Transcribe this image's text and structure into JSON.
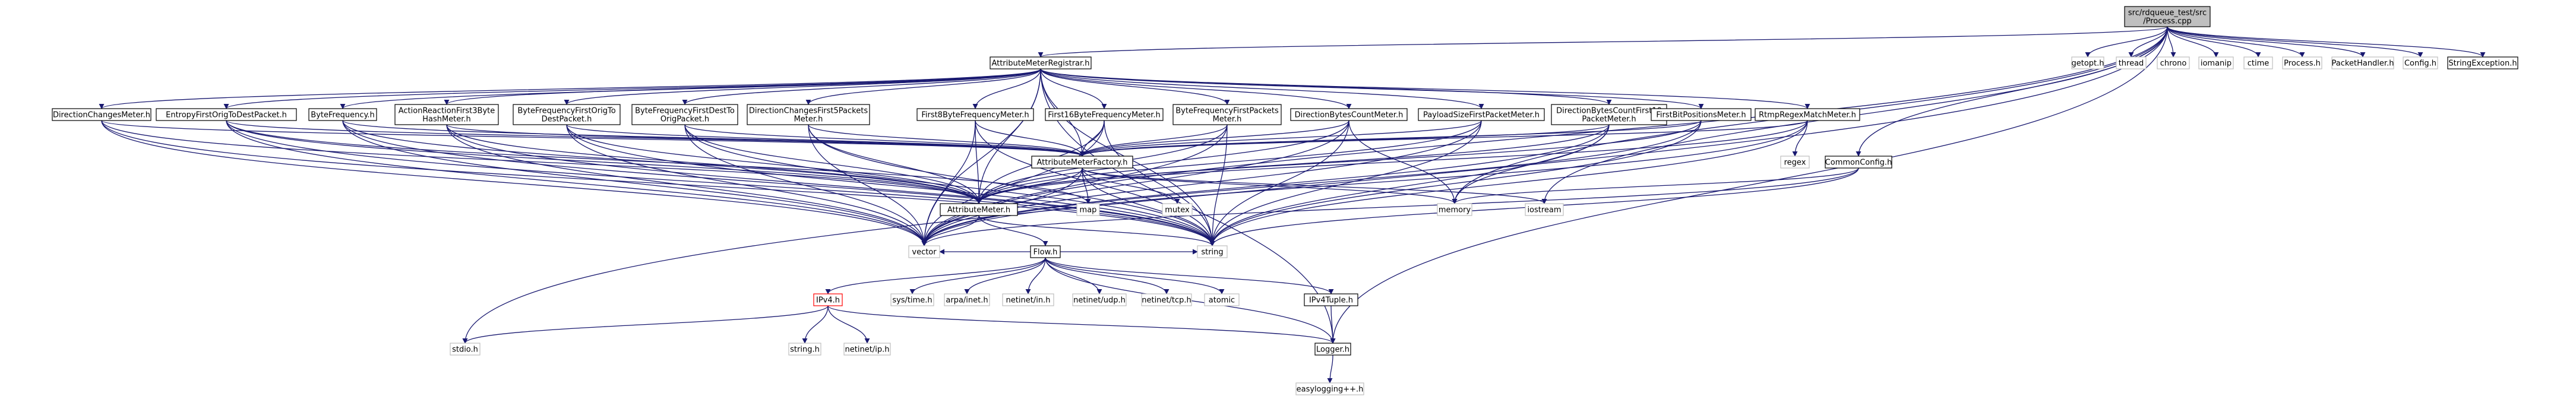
{
  "title": "src/rdqueue_test/src/Process.cpp",
  "nodes": {
    "process": {
      "lines": [
        "src/rdqueue_test/src",
        "/Process.cpp"
      ],
      "shade": "#bfbfbf",
      "border": "#000000"
    },
    "amr": {
      "lines": [
        "AttributeMeterRegistrar.h"
      ],
      "shade": "#ffffff",
      "border": "#000000"
    },
    "getopt": {
      "lines": [
        "getopt.h"
      ],
      "shade": "#ffffff",
      "border": "#bfbfbf"
    },
    "thread": {
      "lines": [
        "thread"
      ],
      "shade": "#ffffff",
      "border": "#bfbfbf"
    },
    "chrono": {
      "lines": [
        "chrono"
      ],
      "shade": "#ffffff",
      "border": "#bfbfbf"
    },
    "iomanip": {
      "lines": [
        "iomanip"
      ],
      "shade": "#ffffff",
      "border": "#bfbfbf"
    },
    "ctime": {
      "lines": [
        "ctime"
      ],
      "shade": "#ffffff",
      "border": "#bfbfbf"
    },
    "processh": {
      "lines": [
        "Process.h"
      ],
      "shade": "#ffffff",
      "border": "#bfbfbf"
    },
    "packethandler": {
      "lines": [
        "PacketHandler.h"
      ],
      "shade": "#ffffff",
      "border": "#bfbfbf"
    },
    "configh": {
      "lines": [
        "Config.h"
      ],
      "shade": "#ffffff",
      "border": "#bfbfbf"
    },
    "stringexc": {
      "lines": [
        "StringException.h"
      ],
      "shade": "#ffffff",
      "border": "#000000"
    },
    "dcm": {
      "lines": [
        "DirectionChangesMeter.h"
      ],
      "shade": "#ffffff",
      "border": "#000000"
    },
    "efo": {
      "lines": [
        "EntropyFirstOrigToDestPacket.h"
      ],
      "shade": "#ffffff",
      "border": "#000000"
    },
    "bfh": {
      "lines": [
        "ByteFrequency.h"
      ],
      "shade": "#ffffff",
      "border": "#000000"
    },
    "arf": {
      "lines": [
        "ActionReactionFirst3Byte",
        "HashMeter.h"
      ],
      "shade": "#ffffff",
      "border": "#000000"
    },
    "bffo": {
      "lines": [
        "ByteFrequencyFirstOrigTo",
        "DestPacket.h"
      ],
      "shade": "#ffffff",
      "border": "#000000"
    },
    "bffd": {
      "lines": [
        "ByteFrequencyFirstDestTo",
        "OrigPacket.h"
      ],
      "shade": "#ffffff",
      "border": "#000000"
    },
    "dcfp": {
      "lines": [
        "DirectionChangesFirst5Packets",
        "Meter.h"
      ],
      "shade": "#ffffff",
      "border": "#000000"
    },
    "f8b": {
      "lines": [
        "First8ByteFrequencyMeter.h"
      ],
      "shade": "#ffffff",
      "border": "#000000"
    },
    "f16b": {
      "lines": [
        "First16ByteFrequencyMeter.h"
      ],
      "shade": "#ffffff",
      "border": "#000000"
    },
    "bffp": {
      "lines": [
        "ByteFrequencyFirstPackets",
        "Meter.h"
      ],
      "shade": "#ffffff",
      "border": "#000000"
    },
    "dbc": {
      "lines": [
        "DirectionBytesCountMeter.h"
      ],
      "shade": "#ffffff",
      "border": "#000000"
    },
    "psf": {
      "lines": [
        "PayloadSizeFirstPacketMeter.h"
      ],
      "shade": "#ffffff",
      "border": "#000000"
    },
    "dbcf": {
      "lines": [
        "DirectionBytesCountFirst10",
        "PacketMeter.h"
      ],
      "shade": "#ffffff",
      "border": "#000000"
    },
    "fbp": {
      "lines": [
        "FirstBitPositionsMeter.h"
      ],
      "shade": "#ffffff",
      "border": "#000000"
    },
    "rtmp": {
      "lines": [
        "RtmpRegexMatchMeter.h"
      ],
      "shade": "#ffffff",
      "border": "#000000"
    },
    "amf": {
      "lines": [
        "AttributeMeterFactory.h"
      ],
      "shade": "#ffffff",
      "border": "#000000"
    },
    "regex": {
      "lines": [
        "regex"
      ],
      "shade": "#ffffff",
      "border": "#bfbfbf"
    },
    "cconfig": {
      "lines": [
        "CommonConfig.h"
      ],
      "shade": "#ffffff",
      "border": "#000000"
    },
    "amh": {
      "lines": [
        "AttributeMeter.h"
      ],
      "shade": "#ffffff",
      "border": "#000000"
    },
    "map": {
      "lines": [
        "map"
      ],
      "shade": "#ffffff",
      "border": "#bfbfbf"
    },
    "mutex": {
      "lines": [
        "mutex"
      ],
      "shade": "#ffffff",
      "border": "#bfbfbf"
    },
    "memory": {
      "lines": [
        "memory"
      ],
      "shade": "#ffffff",
      "border": "#bfbfbf"
    },
    "iostream": {
      "lines": [
        "iostream"
      ],
      "shade": "#ffffff",
      "border": "#bfbfbf"
    },
    "vector": {
      "lines": [
        "vector"
      ],
      "shade": "#ffffff",
      "border": "#bfbfbf"
    },
    "string": {
      "lines": [
        "string"
      ],
      "shade": "#ffffff",
      "border": "#bfbfbf"
    },
    "flow": {
      "lines": [
        "Flow.h"
      ],
      "shade": "#ffffff",
      "border": "#000000"
    },
    "ipv4": {
      "lines": [
        "IPv4.h"
      ],
      "shade": "#ffffff",
      "border": "#ff0000"
    },
    "systime": {
      "lines": [
        "sys/time.h"
      ],
      "shade": "#ffffff",
      "border": "#bfbfbf"
    },
    "arpainet": {
      "lines": [
        "arpa/inet.h"
      ],
      "shade": "#ffffff",
      "border": "#bfbfbf"
    },
    "netinetin": {
      "lines": [
        "netinet/in.h"
      ],
      "shade": "#ffffff",
      "border": "#bfbfbf"
    },
    "netinetudp": {
      "lines": [
        "netinet/udp.h"
      ],
      "shade": "#ffffff",
      "border": "#bfbfbf"
    },
    "netinettcp": {
      "lines": [
        "netinet/tcp.h"
      ],
      "shade": "#ffffff",
      "border": "#bfbfbf"
    },
    "atomic": {
      "lines": [
        "atomic"
      ],
      "shade": "#ffffff",
      "border": "#bfbfbf"
    },
    "ipv4tuple": {
      "lines": [
        "IPv4Tuple.h"
      ],
      "shade": "#ffffff",
      "border": "#000000"
    },
    "stdio": {
      "lines": [
        "stdio.h"
      ],
      "shade": "#ffffff",
      "border": "#bfbfbf"
    },
    "stringh": {
      "lines": [
        "string.h"
      ],
      "shade": "#ffffff",
      "border": "#bfbfbf"
    },
    "netinetip": {
      "lines": [
        "netinet/ip.h"
      ],
      "shade": "#ffffff",
      "border": "#bfbfbf"
    },
    "logger": {
      "lines": [
        "Logger.h"
      ],
      "shade": "#ffffff",
      "border": "#000000"
    },
    "easylog": {
      "lines": [
        "easylogging++.h"
      ],
      "shade": "#ffffff",
      "border": "#bfbfbf"
    }
  },
  "edges": [
    [
      "process",
      "amr"
    ],
    [
      "process",
      "getopt"
    ],
    [
      "process",
      "thread"
    ],
    [
      "process",
      "chrono"
    ],
    [
      "process",
      "iomanip"
    ],
    [
      "process",
      "ctime"
    ],
    [
      "process",
      "processh"
    ],
    [
      "process",
      "packethandler"
    ],
    [
      "process",
      "configh"
    ],
    [
      "process",
      "stringexc"
    ],
    [
      "process",
      "stdio"
    ],
    [
      "process",
      "vector"
    ],
    [
      "process",
      "cconfig"
    ],
    [
      "process",
      "iostream"
    ],
    [
      "process",
      "logger"
    ],
    [
      "process",
      "memory"
    ],
    [
      "amr",
      "dcm"
    ],
    [
      "amr",
      "efo"
    ],
    [
      "amr",
      "bfh"
    ],
    [
      "amr",
      "arf"
    ],
    [
      "amr",
      "bffo"
    ],
    [
      "amr",
      "bffd"
    ],
    [
      "amr",
      "dcfp"
    ],
    [
      "amr",
      "f8b"
    ],
    [
      "amr",
      "f16b"
    ],
    [
      "amr",
      "bffp"
    ],
    [
      "amr",
      "dbc"
    ],
    [
      "amr",
      "psf"
    ],
    [
      "amr",
      "dbcf"
    ],
    [
      "amr",
      "fbp"
    ],
    [
      "amr",
      "rtmp"
    ],
    [
      "amr",
      "amf"
    ],
    [
      "amr",
      "amh"
    ],
    [
      "amr",
      "vector"
    ],
    [
      "amr",
      "string"
    ],
    [
      "amr",
      "logger"
    ],
    [
      "dcm",
      "amf"
    ],
    [
      "dcm",
      "amh"
    ],
    [
      "dcm",
      "vector"
    ],
    [
      "dcm",
      "string"
    ],
    [
      "efo",
      "amf"
    ],
    [
      "efo",
      "amh"
    ],
    [
      "efo",
      "vector"
    ],
    [
      "efo",
      "string"
    ],
    [
      "efo",
      "map"
    ],
    [
      "bfh",
      "amf"
    ],
    [
      "bfh",
      "amh"
    ],
    [
      "bfh",
      "vector"
    ],
    [
      "bfh",
      "string"
    ],
    [
      "arf",
      "amf"
    ],
    [
      "arf",
      "amh"
    ],
    [
      "arf",
      "vector"
    ],
    [
      "arf",
      "string"
    ],
    [
      "bffo",
      "amf"
    ],
    [
      "bffo",
      "amh"
    ],
    [
      "bffo",
      "vector"
    ],
    [
      "bffo",
      "string"
    ],
    [
      "bffd",
      "amf"
    ],
    [
      "bffd",
      "amh"
    ],
    [
      "bffd",
      "vector"
    ],
    [
      "bffd",
      "string"
    ],
    [
      "dcfp",
      "amf"
    ],
    [
      "dcfp",
      "amh"
    ],
    [
      "dcfp",
      "vector"
    ],
    [
      "dcfp",
      "string"
    ],
    [
      "f8b",
      "amf"
    ],
    [
      "f8b",
      "amh"
    ],
    [
      "f8b",
      "vector"
    ],
    [
      "f8b",
      "string"
    ],
    [
      "f16b",
      "amf"
    ],
    [
      "f16b",
      "amh"
    ],
    [
      "f16b",
      "vector"
    ],
    [
      "f16b",
      "string"
    ],
    [
      "bffp",
      "amf"
    ],
    [
      "bffp",
      "amh"
    ],
    [
      "bffp",
      "vector"
    ],
    [
      "bffp",
      "string"
    ],
    [
      "dbc",
      "amf"
    ],
    [
      "dbc",
      "amh"
    ],
    [
      "dbc",
      "vector"
    ],
    [
      "dbc",
      "string"
    ],
    [
      "dbc",
      "memory"
    ],
    [
      "psf",
      "amf"
    ],
    [
      "psf",
      "amh"
    ],
    [
      "psf",
      "vector"
    ],
    [
      "psf",
      "string"
    ],
    [
      "dbcf",
      "amf"
    ],
    [
      "dbcf",
      "amh"
    ],
    [
      "dbcf",
      "vector"
    ],
    [
      "dbcf",
      "string"
    ],
    [
      "dbcf",
      "memory"
    ],
    [
      "fbp",
      "amf"
    ],
    [
      "fbp",
      "amh"
    ],
    [
      "fbp",
      "vector"
    ],
    [
      "fbp",
      "string"
    ],
    [
      "rtmp",
      "amf"
    ],
    [
      "rtmp",
      "amh"
    ],
    [
      "rtmp",
      "regex"
    ],
    [
      "rtmp",
      "vector"
    ],
    [
      "rtmp",
      "string"
    ],
    [
      "cconfig",
      "memory"
    ],
    [
      "cconfig",
      "string"
    ],
    [
      "cconfig",
      "vector"
    ],
    [
      "amf",
      "amh"
    ],
    [
      "amf",
      "map"
    ],
    [
      "amf",
      "mutex"
    ],
    [
      "amf",
      "memory"
    ],
    [
      "amf",
      "iostream"
    ],
    [
      "amf",
      "vector"
    ],
    [
      "amf",
      "string"
    ],
    [
      "amh",
      "flow"
    ],
    [
      "amh",
      "vector"
    ],
    [
      "amh",
      "string"
    ],
    [
      "flow",
      "ipv4"
    ],
    [
      "flow",
      "systime"
    ],
    [
      "flow",
      "arpainet"
    ],
    [
      "flow",
      "netinetin"
    ],
    [
      "flow",
      "netinetudp"
    ],
    [
      "flow",
      "netinettcp"
    ],
    [
      "flow",
      "atomic"
    ],
    [
      "flow",
      "ipv4tuple"
    ],
    [
      "flow",
      "logger"
    ],
    [
      "flow",
      "string"
    ],
    [
      "flow",
      "vector"
    ],
    [
      "ipv4",
      "stdio"
    ],
    [
      "ipv4",
      "stringh"
    ],
    [
      "ipv4",
      "netinetip"
    ],
    [
      "ipv4",
      "logger"
    ],
    [
      "ipv4tuple",
      "logger"
    ],
    [
      "logger",
      "easylog"
    ]
  ]
}
